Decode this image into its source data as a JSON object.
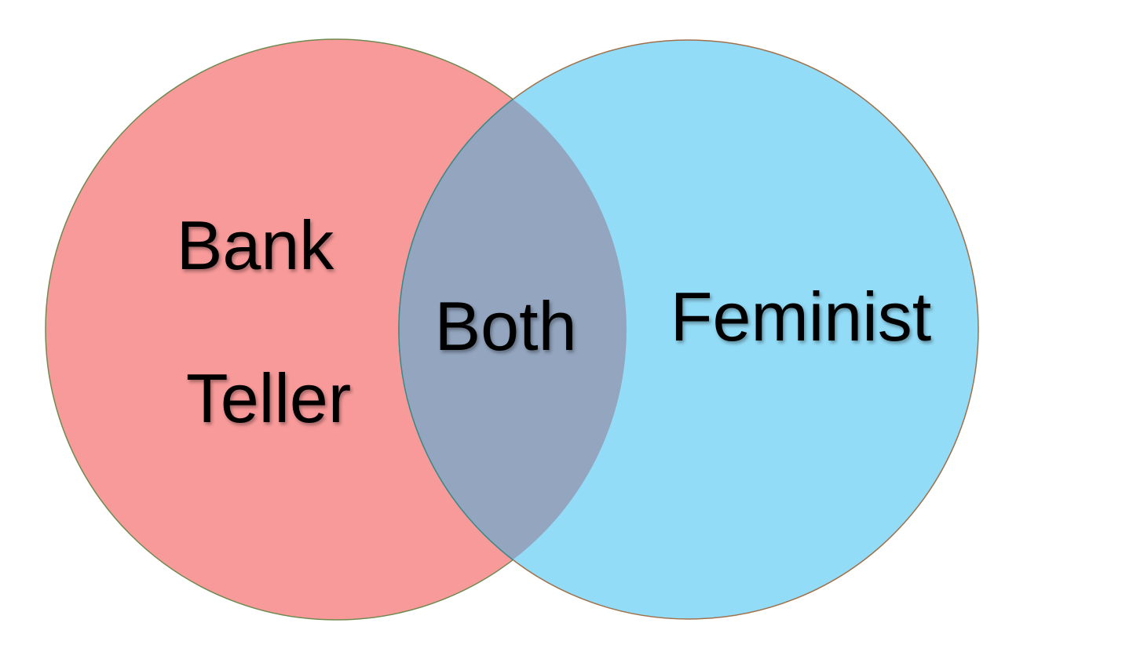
{
  "diagram": {
    "type": "venn",
    "sets": [
      {
        "id": "left",
        "label_lines": [
          "Bank",
          "Teller"
        ],
        "fill": "#F99A9A",
        "stroke": "#6E8A50"
      },
      {
        "id": "right",
        "label": "Feminist",
        "fill": "#93DCF7",
        "stroke": "#A0704A"
      }
    ],
    "intersection": {
      "label": "Both",
      "fill": "#93A5BF"
    }
  }
}
